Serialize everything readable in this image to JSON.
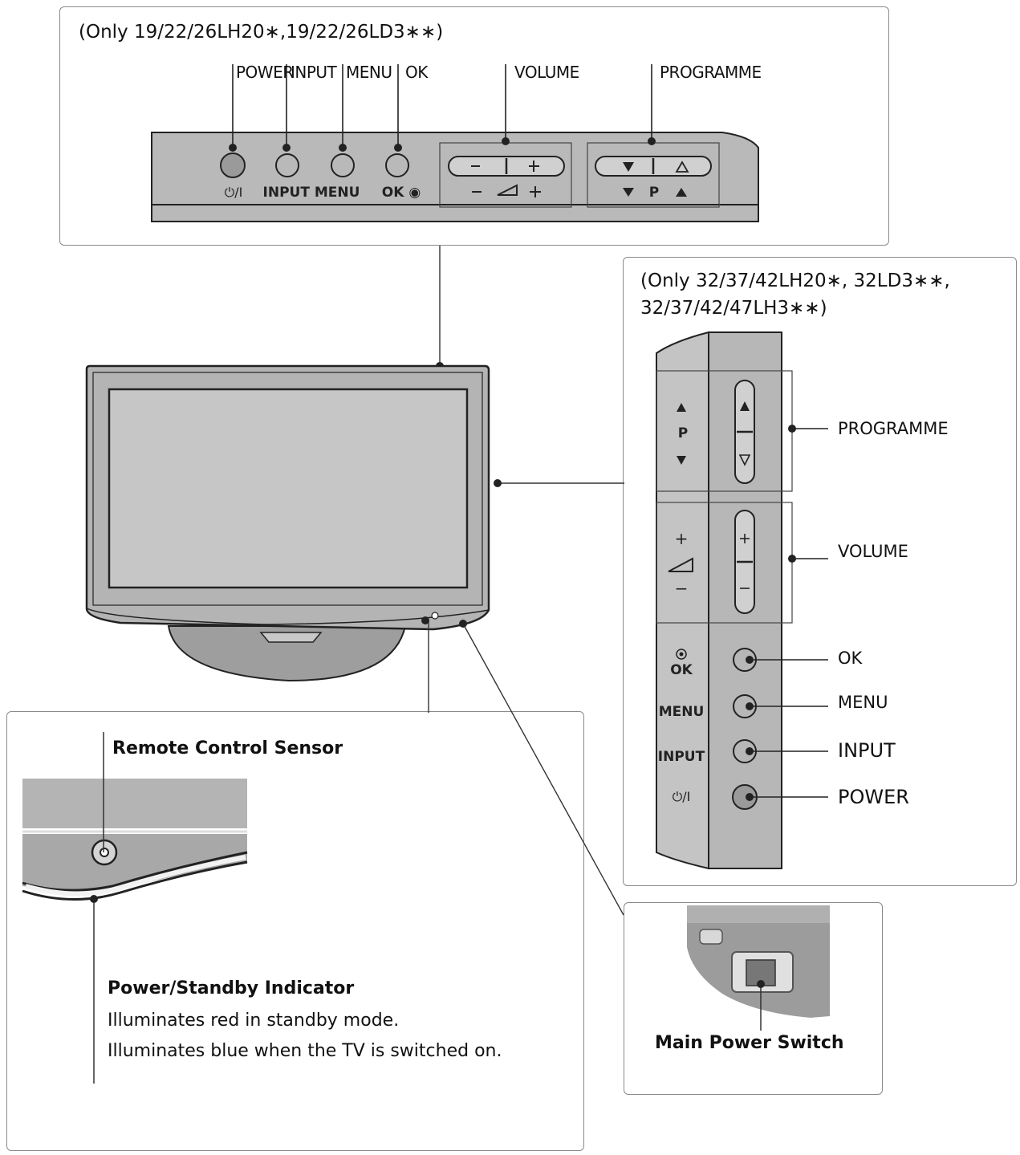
{
  "top_panel": {
    "header": "(Only 19/22/26LH20∗,19/22/26LD3∗∗)",
    "labels": [
      "POWER",
      "INPUT",
      "MENU",
      "OK",
      "VOLUME",
      "PROGRAMME"
    ],
    "button_texts": [
      "⏻/I",
      "INPUT",
      "MENU",
      "OK ◉",
      "−",
      "+",
      "▼",
      "▲",
      "▼",
      "P",
      "▲"
    ]
  },
  "side_panel": {
    "header_line1": "(Only 32/37/42LH20∗, 32LD3∗∗,",
    "header_line2": "32/37/42/47LH3∗∗)",
    "labels": [
      "PROGRAMME",
      "VOLUME",
      "OK",
      "MENU",
      "INPUT",
      "POWER"
    ],
    "button_texts": [
      "▲",
      "P",
      "▼",
      "+",
      "−",
      "◉",
      "OK",
      "MENU",
      "INPUT",
      "⏻/I"
    ]
  },
  "sensor_panel": {
    "remote_label": "Remote Control Sensor",
    "indicator_title": "Power/Standby Indicator",
    "indicator_line1": "Illuminates red in standby mode.",
    "indicator_line2": "Illuminates blue when the TV is switched on."
  },
  "switch_panel": {
    "label": "Main Power Switch"
  },
  "colors": {
    "panel_border": "#8a8a8a",
    "device_gray": "#b4b4b4",
    "screen_gray": "#c6c6c6",
    "line": "#333333"
  }
}
